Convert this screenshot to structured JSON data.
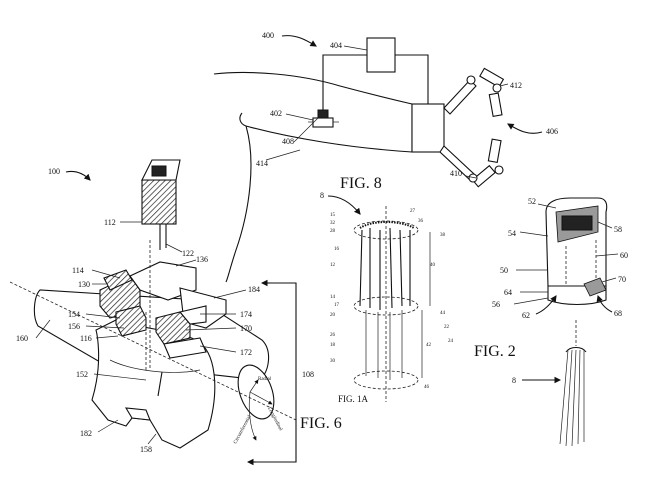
{
  "figures": {
    "fig8": {
      "title": "FIG. 8",
      "refs": {
        "system": "400",
        "controller": "404",
        "sensor": "402",
        "electrode": "408",
        "arm": "414",
        "hand": "410",
        "finger_top": "412",
        "device": "406"
      }
    },
    "fig6": {
      "title": "FIG. 6",
      "refs": {
        "assembly": "100",
        "housing": "112",
        "wire": "122",
        "hub": "114",
        "cap": "136",
        "flange": "130",
        "collar": "184",
        "ring_a": "154",
        "ring_b": "156",
        "bore": "116",
        "seat": "174",
        "seal": "170",
        "body": "160",
        "wall": "172",
        "channel": "152",
        "bracket": "108",
        "notch": "182",
        "base": "158"
      },
      "axis_labels": {
        "radial": "Radial",
        "longitudinal": "Longitudinal",
        "circumferential": "Circumferential"
      }
    },
    "fig1a": {
      "title": "FIG. 1A",
      "refs": {
        "array": "8",
        "r15": "15",
        "r32": "32",
        "r28": "28",
        "r27": "27",
        "r36": "36",
        "r38": "38",
        "r16": "16",
        "r12": "12",
        "r40": "40",
        "r14": "14",
        "r17": "17",
        "r20": "20",
        "r44": "44",
        "r22": "22",
        "r26": "26",
        "r18": "18",
        "r42": "42",
        "r24": "24",
        "r30": "30",
        "r46": "46"
      }
    },
    "fig2": {
      "title": "FIG. 2",
      "refs": {
        "top": "52",
        "shell": "54",
        "grip": "58",
        "slot": "60",
        "core": "50",
        "tip": "70",
        "edge": "64",
        "lip": "56",
        "foot": "62",
        "base": "68",
        "array": "8"
      }
    }
  }
}
